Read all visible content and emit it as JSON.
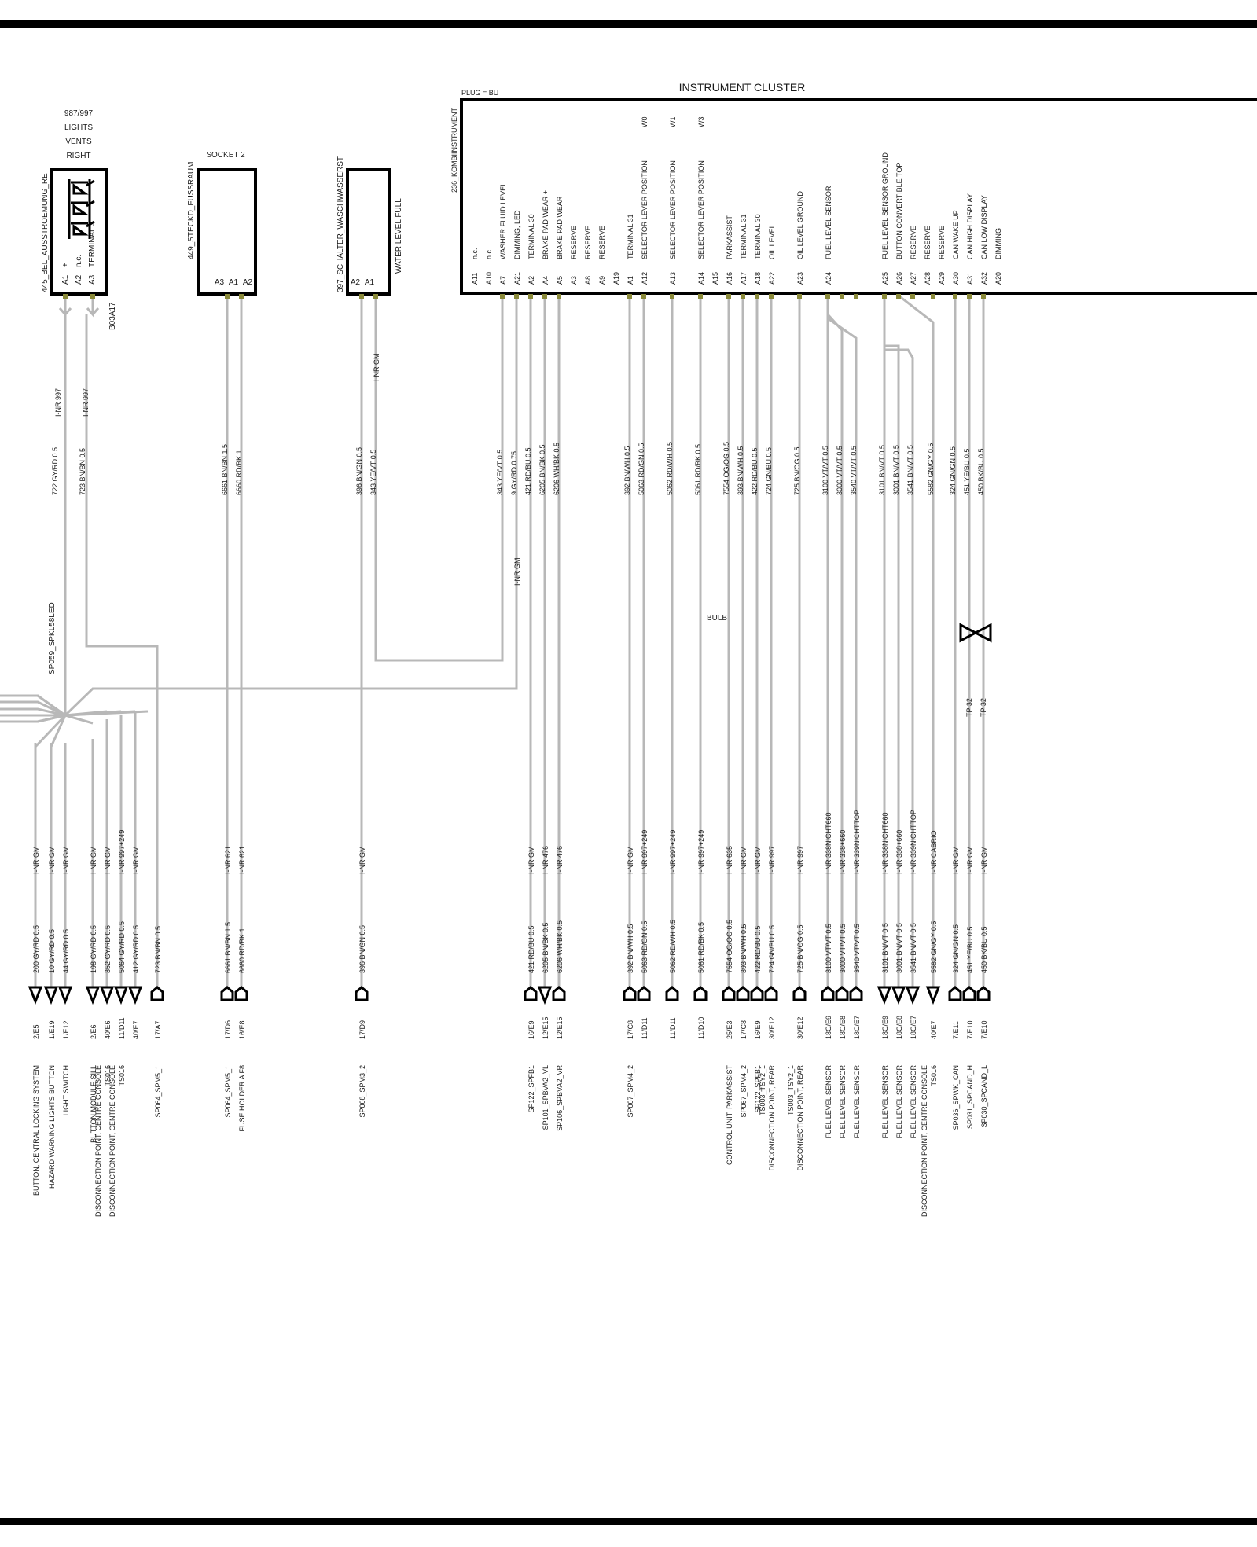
{
  "components": {
    "lights": {
      "lines": [
        "987/997",
        "LIGHTS",
        "VENTS",
        "RIGHT"
      ],
      "id": "445_BEL_AUSSTROEMUNG_RE",
      "ref": "B03A17",
      "pins": [
        {
          "id": "A1",
          "label": "+"
        },
        {
          "id": "A2",
          "label": "n.c."
        },
        {
          "id": "A3",
          "label": "TERMINAL 31"
        }
      ]
    },
    "socket": {
      "title": "SOCKET 2",
      "id": "449_STECKD_FUSSRAUM",
      "pins": [
        "A3",
        "A1",
        "A2"
      ]
    },
    "switch": {
      "id": "397_SCHALTER_WASCHWASSERST",
      "desc": "WATER LEVEL FULL",
      "pins": [
        "A2",
        "A1"
      ]
    },
    "cluster": {
      "title": "INSTRUMENT CLUSTER",
      "plug": "PLUG = BU",
      "id": "236_KOMBIINSTRUMENT",
      "bulb": "BULB",
      "pins": [
        {
          "id": "A11",
          "label": "n.c."
        },
        {
          "id": "A10",
          "label": "n.c."
        },
        {
          "id": "A7",
          "label": "WASHER FLUID LEVEL"
        },
        {
          "id": "A21",
          "label": "DIMMING, LED"
        },
        {
          "id": "A2",
          "label": "TERMINAL 30"
        },
        {
          "id": "A4",
          "label": "BRAKE PAD WEAR +"
        },
        {
          "id": "A5",
          "label": "BRAKE PAD WEAR"
        },
        {
          "id": "A3",
          "label": "RESERVE"
        },
        {
          "id": "A8",
          "label": "RESERVE"
        },
        {
          "id": "A9",
          "label": "RESERVE"
        },
        {
          "id": "A19",
          "label": ""
        },
        {
          "id": "A1",
          "label": "TERMINAL 31"
        },
        {
          "id": "A12",
          "label": "SELECTOR LEVER POSITION",
          "top": "W0"
        },
        {
          "id": "A13",
          "label": "SELECTOR LEVER POSITION",
          "top": "W1"
        },
        {
          "id": "A14",
          "label": "SELECTOR LEVER POSITION",
          "top": "W3"
        },
        {
          "id": "A15",
          "label": ""
        },
        {
          "id": "A16",
          "label": "PARKASSIST"
        },
        {
          "id": "A17",
          "label": "TERMINAL 31"
        },
        {
          "id": "A18",
          "label": "TERMINAL 30"
        },
        {
          "id": "A22",
          "label": "OIL LEVEL"
        },
        {
          "id": "A23",
          "label": "OIL LEVEL    GROUND"
        },
        {
          "id": "A24",
          "label": "FUEL LEVEL SENSOR"
        },
        {
          "id": "A25",
          "label": "FUEL LEVEL SENSOR  GROUND"
        },
        {
          "id": "A26",
          "label": "BUTTON    CONVERTIBLE TOP"
        },
        {
          "id": "A27",
          "label": "RESERVE"
        },
        {
          "id": "A28",
          "label": "RESERVE"
        },
        {
          "id": "A29",
          "label": "RESERVE"
        },
        {
          "id": "A30",
          "label": "CAN    WAKE UP"
        },
        {
          "id": "A31",
          "label": "CAN HIGH    DISPLAY"
        },
        {
          "id": "A32",
          "label": "CAN LOW    DISPLAY"
        },
        {
          "id": "A20",
          "label": "DIMMING"
        }
      ]
    }
  },
  "splice": "SP059_SPKL58LED",
  "test_points": [
    "TP 32",
    "TP 32"
  ],
  "upper_codes": {
    "lights_left": "I-NR 997",
    "lights_right": "I-NR 997",
    "switch": "I-NR GM",
    "cluster_9": "I-NR GM"
  },
  "upper_wires": {
    "lights": [
      "722 GY/RD 0.5",
      "723 BN/BN 0.5"
    ],
    "socket": [
      "6661 BN/BN 1.5",
      "6660 RD/BK 1"
    ],
    "switch": [
      "396 BN/GN 0.5",
      "343 YE/VT 0.5"
    ],
    "cluster": [
      "343 YE/VT 0.5",
      "9 GY/RD 0.75",
      "421 RD/BU 0.5",
      "6205 BN/BK 0.5",
      "6206 WH/BK 0.5",
      "392 BN/WH 0.5",
      "5063 RD/GN 0.5",
      "5062 RD/WH 0.5",
      "5061 RD/BK 0.5",
      "7554 OG/OG 0.5",
      "393 BN/WH 0.5",
      "422 RD/BU 0.5",
      "724 GN/BU 0.5",
      "725 BN/OG 0.5",
      "3100 VT/VT 0.5",
      "3000 VT/VT 0.5",
      "3540 VT/VT 0.5",
      "3101 BN/VT 0.5",
      "3001 BN/VT 0.5",
      "3541 BN/VT 0.5",
      "5582 GN/GY 0.5",
      "324 GN/GN 0.5",
      "451 YE/BU 0.5",
      "450 BK/BU 0.5"
    ]
  },
  "bottom": [
    {
      "code": "I-NR GM",
      "wire": "200 GY/RD 0.5",
      "conn": "down",
      "ref": "2/E5",
      "dest": [
        "BUTTON, CENTRAL LOCKING SYSTEM"
      ]
    },
    {
      "code": "I-NR GM",
      "wire": "10 GY/RD 0.5",
      "conn": "down",
      "ref": "1/E19",
      "dest": [
        "HAZARD WARNING LIGHTS  BUTTON"
      ]
    },
    {
      "code": "I-NR GM",
      "wire": "44 GY/RD 0.5",
      "conn": "down",
      "ref": "1/E12",
      "dest": [
        "LIGHT SWITCH"
      ]
    },
    {
      "code": "I-NR GM",
      "wire": "198 GY/RD 0.5",
      "conn": "down",
      "ref": "2/E6",
      "dest": [
        "BUTTON  MODULE  SILL"
      ]
    },
    {
      "code": "I-NR GM",
      "wire": "352 GY/RD 0.5",
      "conn": "down",
      "ref": "40/E6",
      "dest": [
        "DISCONNECTION POINT, CENTRE CONSOLE",
        "TS016"
      ]
    },
    {
      "code": "I-NR 997+249",
      "wire": "5064 GY/RD 0.5",
      "conn": "down",
      "ref": "11/D11",
      "dest": [
        "DISCONNECTION POINT, CENTRE CONSOLE",
        "TS016"
      ]
    },
    {
      "code": "I-NR GM",
      "wire": "412 GY/RD 0.5",
      "conn": "down",
      "ref": "40/E7",
      "dest": []
    },
    {
      "code": "",
      "wire": "723 BN/BN 0.5",
      "conn": "up",
      "ref": "17/A7",
      "dest": [
        "SP064_SPM5_1"
      ]
    },
    {
      "code": "I-NR 621",
      "wire": "6661 BN/BN 1.5",
      "conn": "up",
      "ref": "17/D6",
      "dest": [
        "SP064_SPM5_1"
      ]
    },
    {
      "code": "I-NR 621",
      "wire": "6660 RD/BK 1",
      "conn": "up",
      "ref": "16/E8",
      "dest": [
        "FUSE HOLDER A    F8"
      ]
    },
    {
      "code": "I-NR GM",
      "wire": "396 BN/GN 0.5",
      "conn": "up",
      "ref": "17/D9",
      "dest": [
        "SP068_SPM3_2"
      ]
    },
    {
      "code": "I-NR GM",
      "wire": "421 RD/BU 0.5",
      "conn": "up",
      "ref": "16/E9",
      "dest": [
        "SP122_SPFB1"
      ]
    },
    {
      "code": "I-NR 476",
      "wire": "6205 BN/BK 0.5",
      "conn": "down",
      "ref": "12/E15",
      "dest": [
        "SP101_SPBVA2_VL"
      ]
    },
    {
      "code": "I-NR 476",
      "wire": "6206 WH/BK 0.5",
      "conn": "up",
      "ref": "12/E15",
      "dest": [
        "SP106_SPBVA2_VR"
      ]
    },
    {
      "code": "I-NR GM",
      "wire": "392 BN/WH 0.5",
      "conn": "up",
      "ref": "17/C8",
      "dest": [
        "SP067_SPM4_2"
      ]
    },
    {
      "code": "I-NR 997+249",
      "wire": "5063 RD/GN 0.5",
      "conn": "up",
      "ref": "11/D11",
      "dest": []
    },
    {
      "code": "I-NR 997+249",
      "wire": "5062 RD/WH 0.5",
      "conn": "up",
      "ref": "11/D11",
      "dest": []
    },
    {
      "code": "I-NR 997+249",
      "wire": "5061 RD/BK 0.5",
      "conn": "up",
      "ref": "11/D10",
      "dest": []
    },
    {
      "code": "I-NR 635",
      "wire": "7554 OG/OG 0.5",
      "conn": "up",
      "ref": "25/E3",
      "dest": [
        "CONTROL UNIT, PARKASSIST"
      ]
    },
    {
      "code": "I-NR GM",
      "wire": "393 BN/WH 0.5",
      "conn": "up",
      "ref": "17/C8",
      "dest": [
        "SP067_SPM4_2"
      ]
    },
    {
      "code": "I-NR GM",
      "wire": "422 RD/BU 0.5",
      "conn": "up",
      "ref": "16/E9",
      "dest": [
        "SP122_SPFB1"
      ]
    },
    {
      "code": "I-NR 997",
      "wire": "724 GN/BU 0.5",
      "conn": "up",
      "ref": "30/E12",
      "dest": [
        "TS003_TSY2_1",
        "DISCONNECTION POINT, REAR"
      ]
    },
    {
      "code": "I-NR 997",
      "wire": "725 BN/OG 0.5",
      "conn": "up",
      "ref": "30/E12",
      "dest": [
        "TS003_TSY2_1",
        "DISCONNECTION POINT, REAR"
      ]
    },
    {
      "code": "I-NR 338NICHT660",
      "wire": "3100 VT/VT 0.5",
      "conn": "up",
      "ref": "18C/E9",
      "dest": [
        "FUEL LEVEL SENSOR"
      ]
    },
    {
      "code": "I-NR 338+660",
      "wire": "3000 VT/VT 0.5",
      "conn": "up",
      "ref": "18C/E8",
      "dest": [
        "FUEL LEVEL SENSOR"
      ]
    },
    {
      "code": "I-NR 339NICHTTOP",
      "wire": "3540 VT/VT 0.5",
      "conn": "up",
      "ref": "18C/E7",
      "dest": [
        "FUEL LEVEL SENSOR"
      ]
    },
    {
      "code": "I-NR 338NICHT660",
      "wire": "3101 BN/VT 0.5",
      "conn": "down",
      "ref": "18C/E9",
      "dest": [
        "FUEL LEVEL SENSOR"
      ]
    },
    {
      "code": "I-NR 338+660",
      "wire": "3001 BN/VT 0.5",
      "conn": "down",
      "ref": "18C/E8",
      "dest": [
        "FUEL LEVEL SENSOR"
      ]
    },
    {
      "code": "I-NR 339NICHTTOP",
      "wire": "3541 BN/VT 0.5",
      "conn": "down",
      "ref": "18C/E7",
      "dest": [
        "FUEL LEVEL SENSOR"
      ]
    },
    {
      "code": "I-NR CABRIO",
      "wire": "5582 GN/GY 0.5",
      "conn": "down",
      "ref": "40/E7",
      "dest": [
        "DISCONNECTION POINT, CENTRE CONSOLE",
        "TS016"
      ]
    },
    {
      "code": "I-NR GM",
      "wire": "324 GN/GN 0.5",
      "conn": "up",
      "ref": "7/E11",
      "dest": [
        "SP036_SPWK_CAN"
      ]
    },
    {
      "code": "I-NR GM",
      "wire": "451 YE/BU 0.5",
      "conn": "up",
      "ref": "7/E10",
      "dest": [
        "SP031_SPCAND_H"
      ]
    },
    {
      "code": "I-NR GM",
      "wire": "450 BK/BU 0.5",
      "conn": "up",
      "ref": "7/E10",
      "dest": [
        "SP030_SPCAND_L"
      ]
    }
  ],
  "colors": {
    "wire": "#b8b8b8",
    "outline": "#000000",
    "pin": "#8a8a3a"
  }
}
